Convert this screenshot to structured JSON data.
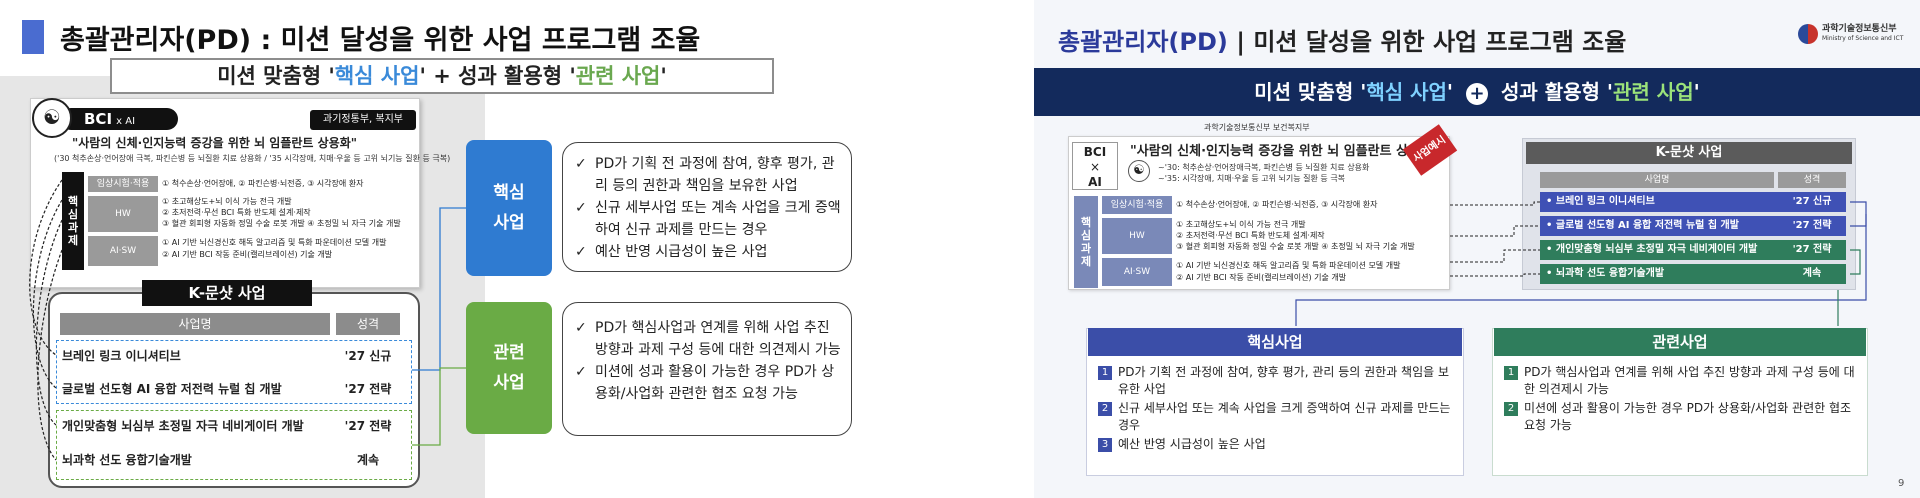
{
  "left": {
    "title": "총괄관리자(PD) : 미션 달성을 위한 사업 프로그램 조율",
    "subtitle_pre": "미션 맞춤형 '",
    "subtitle_core": "핵심 사업",
    "subtitle_mid": "' + 성과 활용형 '",
    "subtitle_rel": "관련 사업",
    "subtitle_post": "'",
    "bci_tag": "BCI",
    "bci_ai": "x AI",
    "ministry": "과기정통부, 복지부",
    "quote": "\"사람의 신체·인지능력 증강을 위한 뇌 임플란트 상용화\"",
    "quote_sub": "('30 척추손상·언어장애 극복, 파킨슨병 등 뇌질환 치료 상용화 / '35 시각장애, 치매·우울 등 고위 뇌기능 질환 등 극복)",
    "vcol": "핵심과제",
    "rows": [
      {
        "label": "임상시험·적용",
        "text": [
          "① 척수손상·언어장애, ② 파킨슨병·뇌전증, ③ 시각장애 환자"
        ]
      },
      {
        "label": "HW",
        "text": [
          "① 초고해상도+뇌 이식 가능 전극 개발",
          "② 초저전력·무선 BCI 특화 반도체 설계·제작",
          "③ 혈관 회피형 자동화 정밀 수술 로봇 개발  ④ 초정밀 뇌 자극 기술 개발"
        ]
      },
      {
        "label": "AI·SW",
        "text": [
          "① AI 기반 뇌신경신호 해독 알고리즘 및 특화 파운데이션 모델 개발",
          "② AI 기반 BCI 작동 준비(캘리브레이션) 기술 개발"
        ]
      }
    ],
    "k_title": "K-문샷 사업",
    "k_head": [
      "사업명",
      "성격"
    ],
    "k_rows": [
      {
        "name": "브레인 링크 이니셔티브",
        "type": "'27 신규"
      },
      {
        "name": "글로벌 선도형 AI 융합 저전력 뉴럴 칩 개발",
        "type": "'27 전략"
      },
      {
        "name": "개인맞춤형 뇌심부 초정밀 자극 네비게이터 개발",
        "type": "'27 전략"
      },
      {
        "name": "뇌과학 선도 융합기술개발",
        "type": "계속"
      }
    ],
    "core_label": "핵심\n사업",
    "rel_label": "관련\n사업",
    "core_items": [
      "PD가 기획 전 과정에 참여, 향후 평가, 관리 등의 권한과 책임을 보유한 사업",
      "신규 세부사업 또는 계속 사업을 크게 증액하여 신규 과제를 만드는 경우",
      "예산 반영 시급성이 높은 사업"
    ],
    "rel_items": [
      "PD가 핵심사업과 연계를 위해 사업 추진 방향과 과제 구성 등에 대한 의견제시 가능",
      "미션에 성과 활용이 가능한 경우 PD가 상용화/사업화 관련한 협조 요청 가능"
    ],
    "check": "✓"
  },
  "right": {
    "title_pd": "총괄관리자(PD)",
    "title_rest": " | 미션 달성을 위한 사업 프로그램 조율",
    "logo_line1": "과학기술정보통신부",
    "logo_line2": "Ministry of Science and ICT",
    "banner_pre": "미션 맞춤형 '",
    "banner_core": "핵심 사업",
    "banner_mid": "'",
    "banner_plus": "+",
    "banner_mid2": "성과 활용형 '",
    "banner_rel": "관련 사업",
    "banner_post": "'",
    "ministries": "과학기술정보통신부   보건복지부",
    "bci": "BCI",
    "x": "×",
    "ai": "AI",
    "quote": "\"사람의 신체·인지능력 증강을 위한 뇌 임플란트 상용화\"",
    "ribbon": "사업예시",
    "sub1": "~'30: 척추손상·언어장애극복, 파킨슨병 등 뇌질환 치료 상용화",
    "sub2": "~'35: 시각장애, 치매·우울 등 고위 뇌기능 질환 등 극복",
    "vcol": "핵심과제",
    "rows": [
      {
        "label": "임상시험·적용",
        "text": [
          "① 척수손상·언어장애, ② 파킨슨병·뇌전증, ③ 시각장애 환자"
        ]
      },
      {
        "label": "HW",
        "text": [
          "① 초고해상도+뇌 이식 가능 전극 개발",
          "② 초저전력·무선 BCI 특화 반도체 설계·제작",
          "③ 혈관 회피형 자동화 정밀 수술 로봇 개발     ④ 초정밀 뇌 자극 기술 개발"
        ]
      },
      {
        "label": "AI·SW",
        "text": [
          "① AI 기반 뇌신경신호 해독 알고리즘 및 특화 파운데이션 모델 개발",
          "② AI 기반 BCI 작동 준비(캘리브레이션) 기술 개발"
        ]
      }
    ],
    "k_title": "K-문샷 사업",
    "k_head": [
      "사업명",
      "성격"
    ],
    "k_rows": [
      {
        "name": "• 브레인 링크 이니셔티브",
        "type": "'27 신규",
        "color": "#3f51b5"
      },
      {
        "name": "• 글로벌 선도형 AI 융합 저전력 뉴럴 칩 개발",
        "type": "'27 전략",
        "color": "#3f51b5"
      },
      {
        "name": "• 개인맞춤형 뇌심부 초정밀 자극 네비게이터 개발",
        "type": "'27 전략",
        "color": "#2f7d5c"
      },
      {
        "name": "• 뇌과학 선도 융합기술개발",
        "type": "계속",
        "color": "#2f7d5c"
      }
    ],
    "core_title": "핵심사업",
    "rel_title": "관련사업",
    "core_items": [
      "PD가 기획 전 과정에 참여, 향후 평가, 관리 등의 권한과 책임을 보유한 사업",
      "신규 세부사업 또는 계속 사업을 크게 증액하여 신규 과제를 만드는 경우",
      "예산 반영 시급성이 높은 사업"
    ],
    "rel_items": [
      "PD가 핵심사업과 연계를 위해 사업 추진 방향과 과제 구성 등에 대한 의견제시 가능",
      "미션에 성과 활용이 가능한 경우 PD가 상용화/사업화 관련한 협조 요청 가능"
    ],
    "nums": [
      "1",
      "2",
      "3"
    ],
    "page": "9"
  },
  "colors": {
    "accent_blue": "#2f7bd1",
    "accent_green": "#6aab45",
    "navy": "#132a5c",
    "core_navy": "#3b4ea8",
    "rel_green": "#2f7d5c"
  }
}
